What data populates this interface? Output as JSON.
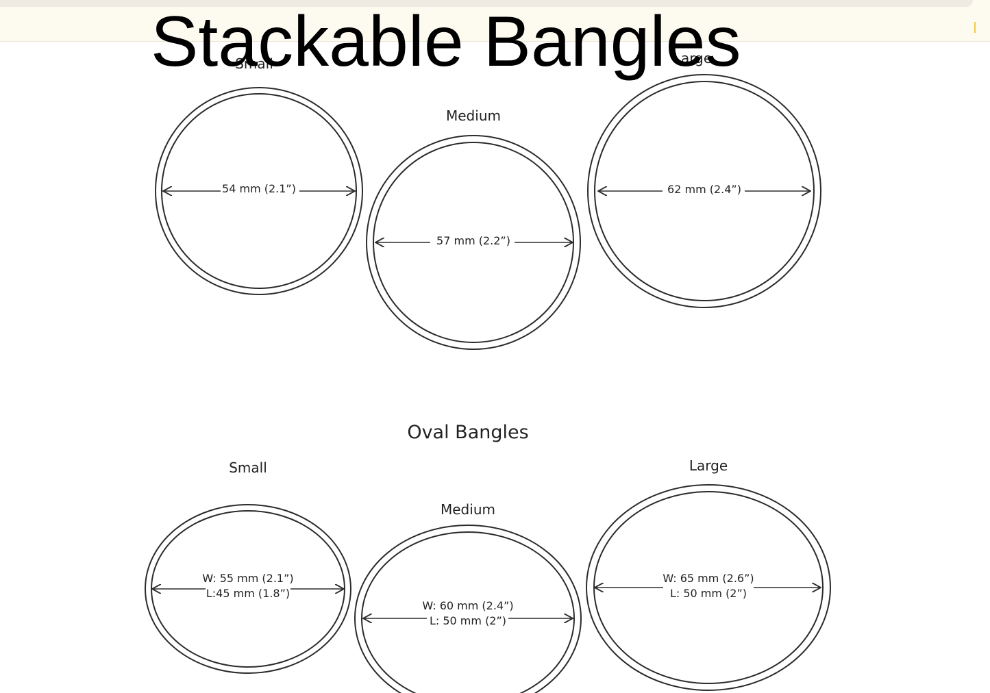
{
  "title": "Stackable Bangles",
  "round_bangles": [
    {
      "size": "Small",
      "dimension": "54 mm (2.1”)"
    },
    {
      "size": "Medium",
      "dimension": "57 mm (2.2”)"
    },
    {
      "size": "Large",
      "dimension": "62 mm (2.4”)"
    }
  ],
  "oval_section": {
    "title": "Oval Bangles",
    "bangles": [
      {
        "size": "Small",
        "width": "W: 55 mm (2.1”)",
        "length": "L:45 mm (1.8”)"
      },
      {
        "size": "Medium",
        "width": "W: 60 mm (2.4”)",
        "length": "L: 50 mm (2”)"
      },
      {
        "size": "Large",
        "width": "W: 65 mm (2.6”)",
        "length": "L: 50 mm (2”)"
      }
    ]
  },
  "colors": {
    "line": "#2b2b2b",
    "text": "#222222",
    "title": "#000000",
    "topbar": "#fdfaf0"
  }
}
